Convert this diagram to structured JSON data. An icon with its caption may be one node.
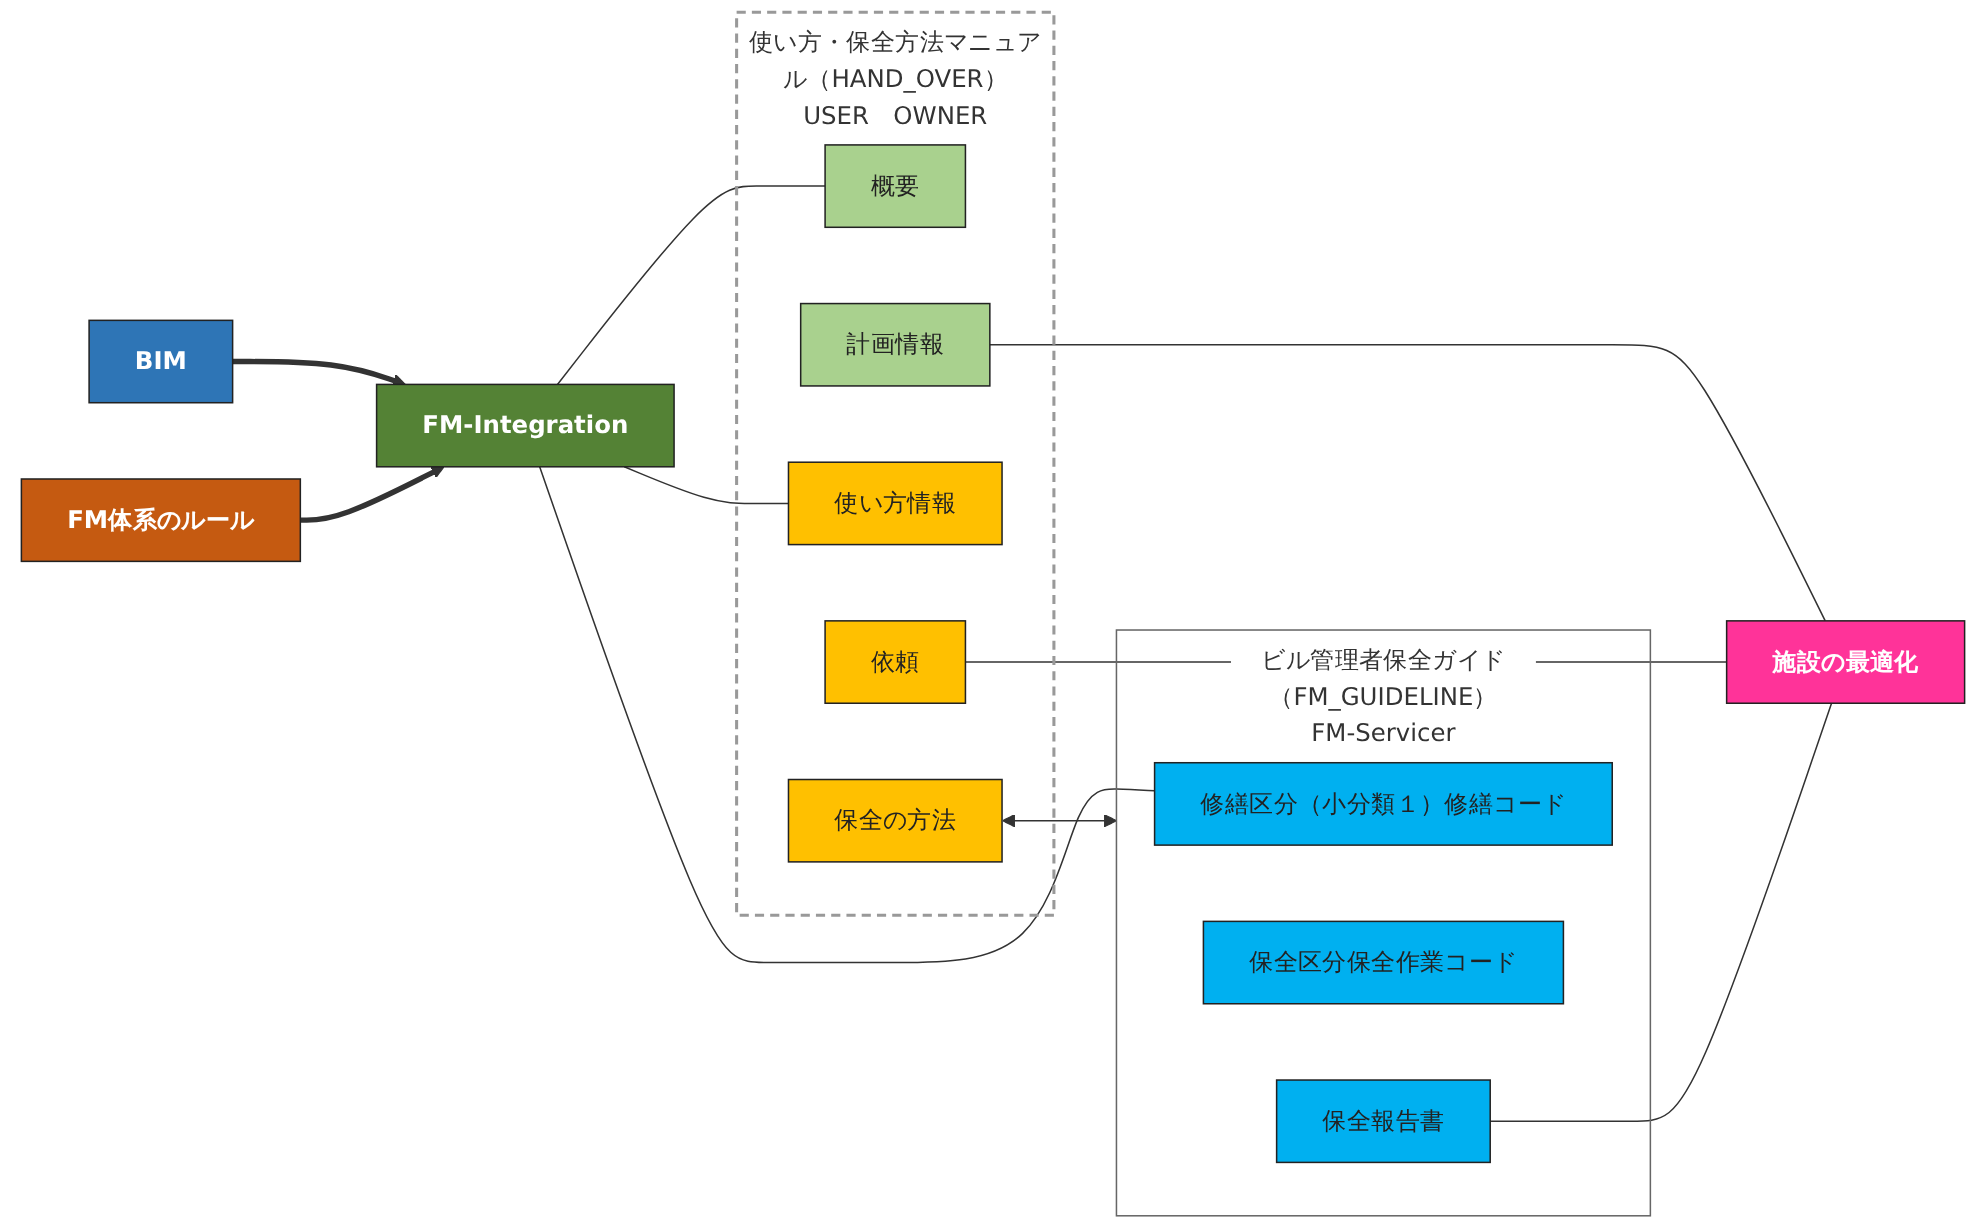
{
  "diagram": {
    "nodes": [
      {
        "text": [
          "BIM"
        ]
      },
      {
        "text": [
          "FM-Integration"
        ]
      },
      {
        "text": [
          "FM体系のルール"
        ]
      },
      {
        "text": [
          "使い方・保全方法マニュアル（HAND_OVER）"
        ],
        "beside": [
          "USER　OWNER"
        ]
      },
      {
        "text": [
          "概要"
        ],
        "in": 3
      },
      {
        "text": [
          "計画情報"
        ],
        "in": 3
      },
      {
        "text": [
          "使い方情報"
        ],
        "in": 3
      },
      {
        "text": [
          "保全の方法"
        ],
        "in": 3
      },
      {
        "text": [
          "依頼"
        ],
        "in": 3
      },
      {
        "text": [
          "施設の最適化"
        ]
      },
      {
        "text": [
          "ビル管理者保全ガイド（FM_GUIDELINE）"
        ],
        "beside": [
          "FM-Servicer"
        ]
      },
      {
        "text": [
          "修繕区分（小分類１）修繕コード"
        ],
        "in": 10
      },
      {
        "text": [
          "保全区分保全作業コード"
        ],
        "in": 10
      },
      {
        "text": [
          "保全報告書"
        ],
        "in": 10
      }
    ],
    "edges": [
      {
        "from": 0,
        "to": 1,
        "arrow": "to",
        "style": "thick"
      },
      {
        "from": 2,
        "to": 1,
        "arrow": "to",
        "style": "thick"
      },
      {
        "from": 1,
        "to": 4,
        "arrow": "none"
      },
      {
        "from": 1,
        "to": 6,
        "arrow": "none"
      },
      {
        "from": 1,
        "to": 11,
        "arrow": "none"
      },
      {
        "from": 5,
        "to": 9,
        "arrow": "none"
      },
      {
        "from": 8,
        "to": 9,
        "arrow": "none"
      },
      {
        "from": 13,
        "to": 9,
        "arrow": "none"
      },
      {
        "from": 7,
        "to": 10,
        "arrow": "both"
      }
    ]
  }
}
